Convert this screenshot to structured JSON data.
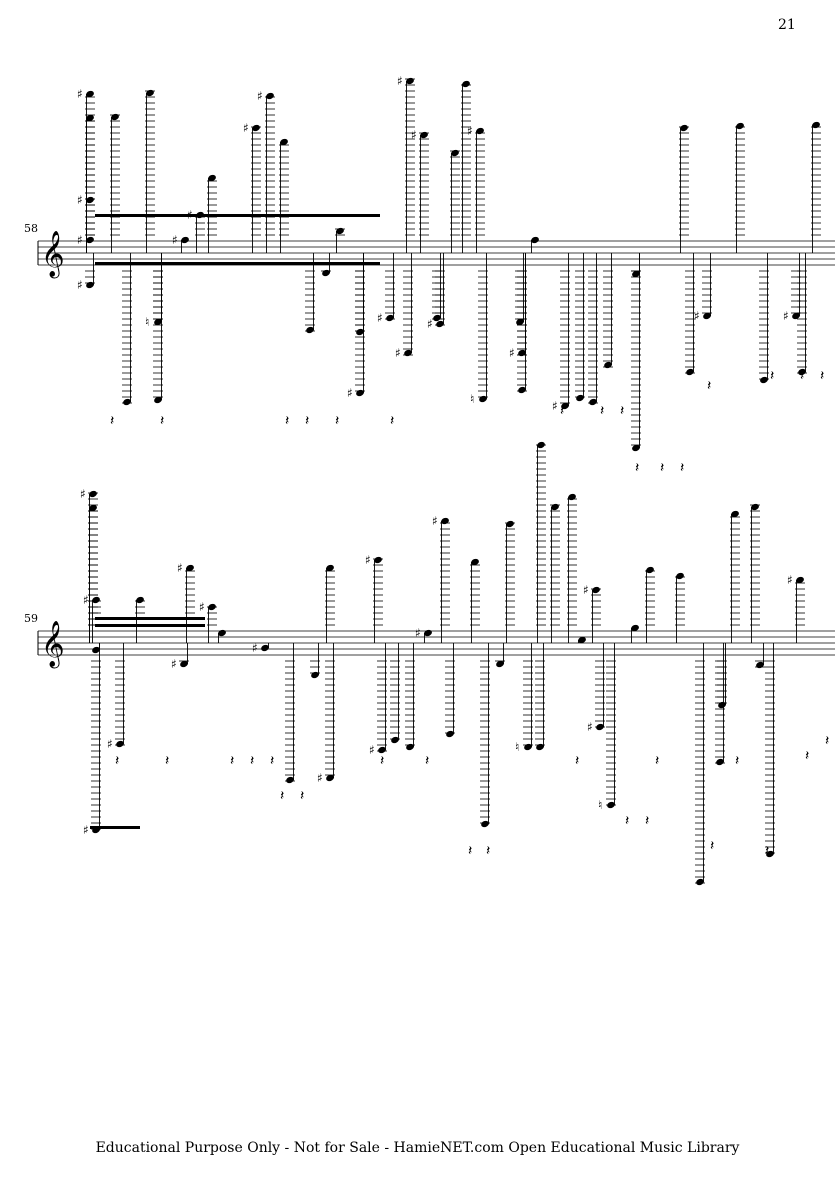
{
  "page_number": "21",
  "systems": [
    {
      "measure_number": "58",
      "clef": "treble"
    },
    {
      "measure_number": "59",
      "clef": "treble"
    }
  ],
  "footer": "Educational Purpose Only - Not for Sale - HamieNET.com Open Educational Music Library"
}
